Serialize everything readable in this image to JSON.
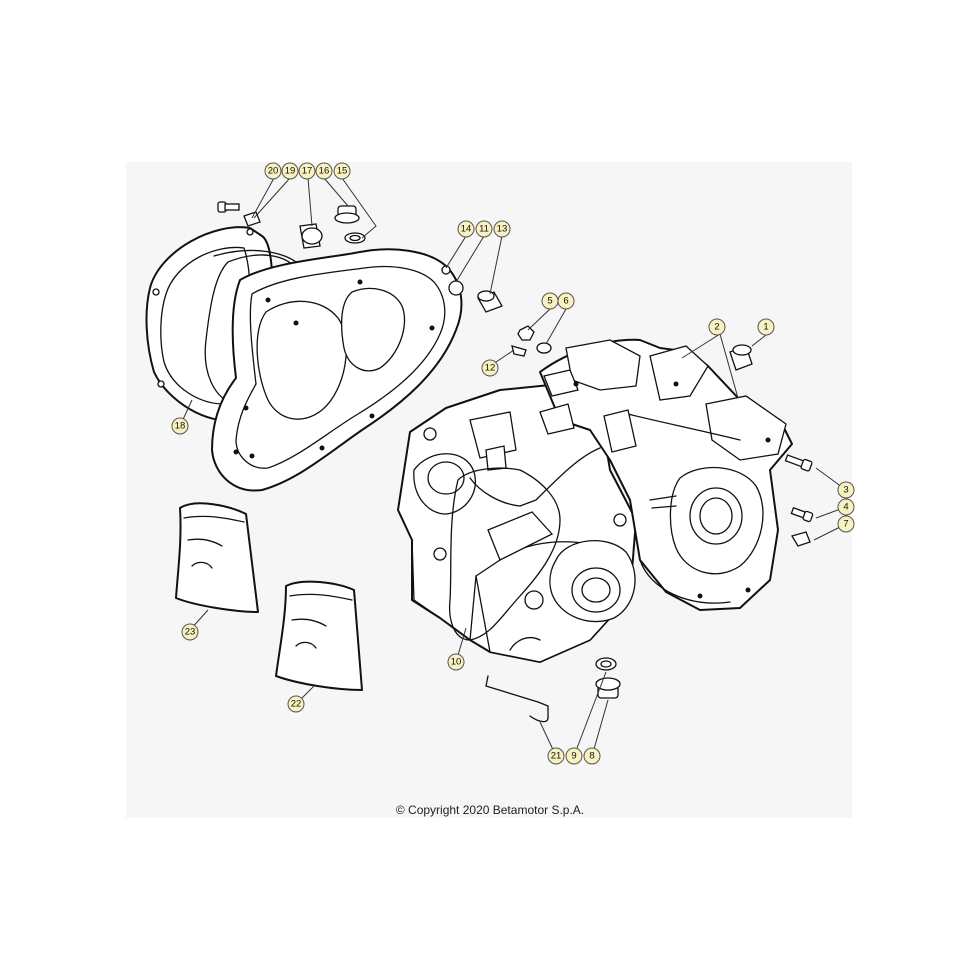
{
  "copyright": "© Copyright 2020 Betamotor S.p.A.",
  "callouts": [
    "1",
    "2",
    "3",
    "4",
    "5",
    "6",
    "7",
    "8",
    "9",
    "10",
    "11",
    "12",
    "13",
    "14",
    "15",
    "16",
    "17",
    "18",
    "19",
    "20",
    "21",
    "22",
    "23"
  ],
  "colors": {
    "callout_fill": "#f7f2bf",
    "line": "#111111",
    "background": "#f6f6f6"
  }
}
